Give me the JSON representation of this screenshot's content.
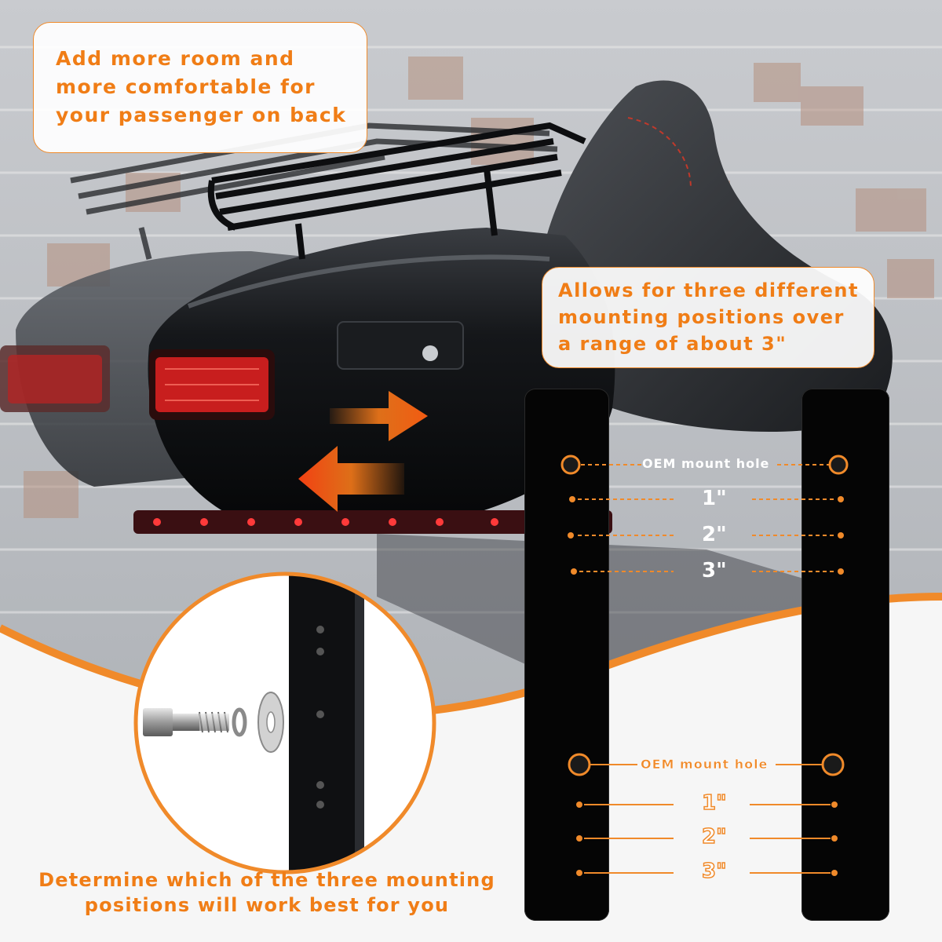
{
  "callouts": {
    "top_left": [
      "Add more room and",
      "more comfortable for",
      "your passenger on back"
    ],
    "top_right": [
      "Allows for three different",
      "mounting positions over",
      "a range of about 3\""
    ]
  },
  "bottom_caption": [
    "Determine which of the three mounting",
    "positions will work best for you"
  ],
  "bracket_labels": {
    "oem": "OEM mount hole",
    "positions": [
      "1\"",
      "2\"",
      "3\""
    ]
  },
  "colors": {
    "accent": "#f07d16",
    "bracket": "#050505",
    "tail_light": "#c81e1e"
  },
  "icons": [
    "arrow-right-icon",
    "arrow-left-icon",
    "bolt-icon",
    "lock-washer-icon",
    "flat-washer-icon"
  ]
}
